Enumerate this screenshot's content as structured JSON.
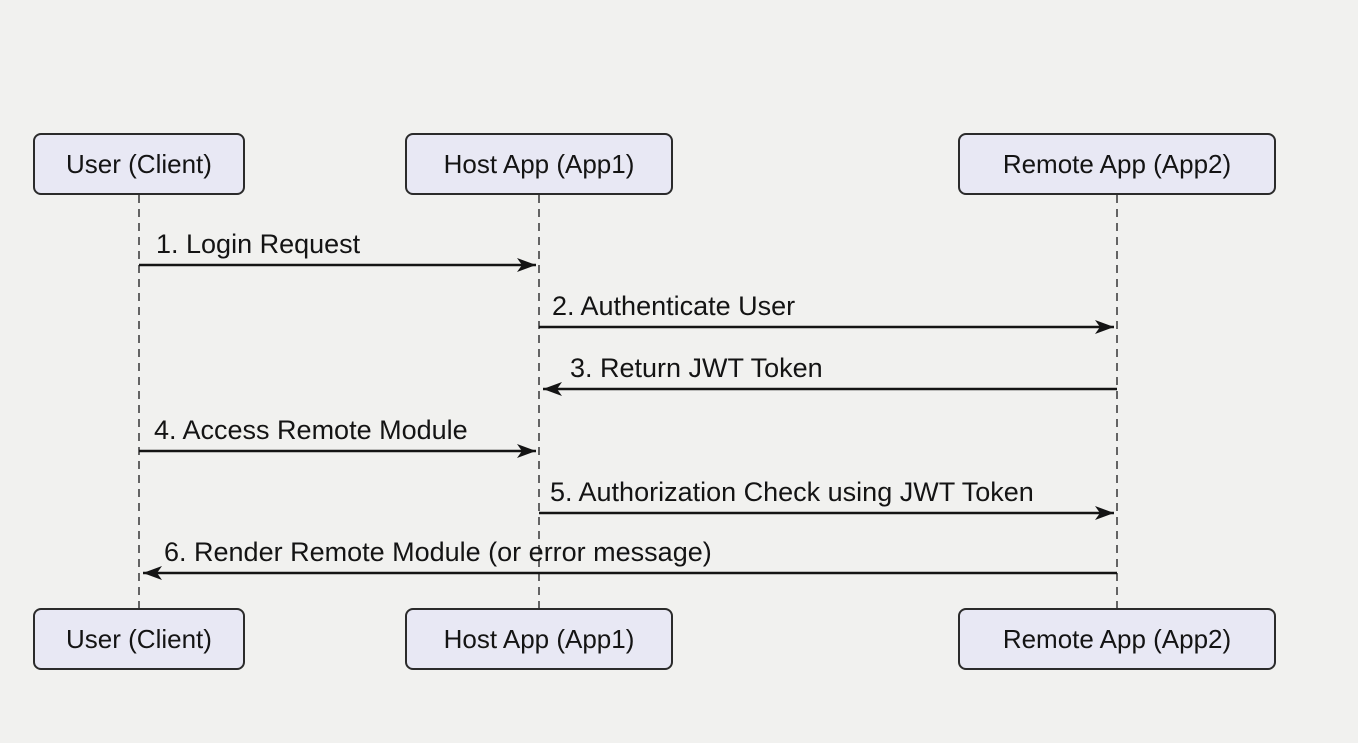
{
  "diagram": {
    "type": "sequence-diagram",
    "actors": [
      {
        "id": "user",
        "label": "User (Client)"
      },
      {
        "id": "host",
        "label": "Host App (App1)"
      },
      {
        "id": "remote",
        "label": "Remote App (App2)"
      }
    ],
    "messages": [
      {
        "seq": 1,
        "label": "1. Login Request",
        "from": "User (Client)",
        "to": "Host App (App1)",
        "direction": "right"
      },
      {
        "seq": 2,
        "label": "2. Authenticate User",
        "from": "Host App (App1)",
        "to": "Remote App (App2)",
        "direction": "right"
      },
      {
        "seq": 3,
        "label": "3. Return JWT Token",
        "from": "Remote App (App2)",
        "to": "Host App (App1)",
        "direction": "left"
      },
      {
        "seq": 4,
        "label": "4. Access Remote Module",
        "from": "User (Client)",
        "to": "Host App (App1)",
        "direction": "right"
      },
      {
        "seq": 5,
        "label": "5. Authorization Check using JWT Token",
        "from": "Host App (App1)",
        "to": "Remote App (App2)",
        "direction": "right"
      },
      {
        "seq": 6,
        "label": "6. Render Remote Module (or error message)",
        "from": "Remote App (App2)",
        "to": "User (Client)",
        "direction": "left"
      }
    ],
    "colors": {
      "background": "#f1f1ef",
      "actor_fill": "#e8e8f4",
      "actor_border": "#2b2b2b",
      "text": "#141414",
      "lifeline": "#555555",
      "arrow": "#141414"
    }
  }
}
